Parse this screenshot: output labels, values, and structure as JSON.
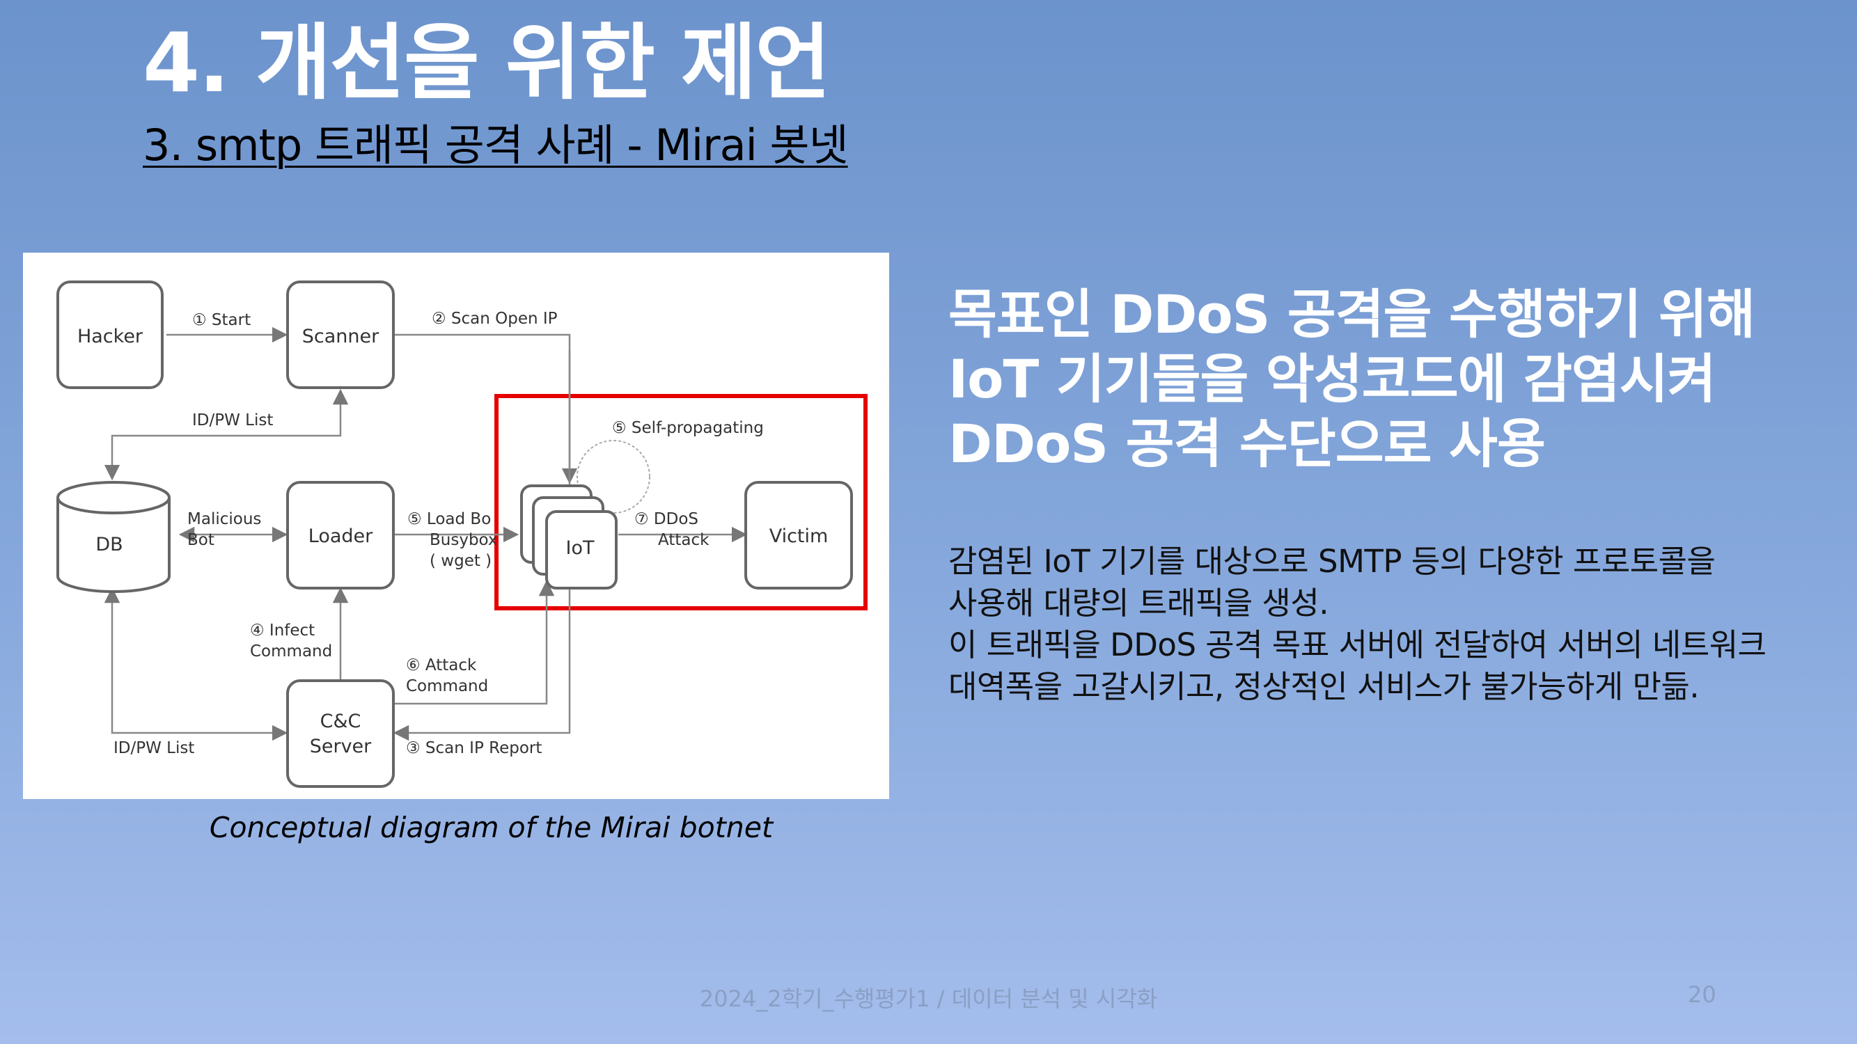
{
  "slide": {
    "title": "4. 개선을 위한 제언",
    "subtitle": "3. smtp 트래픽 공격 사례 - Mirai 봇넷",
    "page_number": "20",
    "footer": "2024_2학기_수행평가1 / 데이터 분석 및 시각화"
  },
  "headline": [
    "목표인 DDoS 공격을 수행하기 위해",
    "IoT 기기들을 악성코드에 감염시켜",
    "DDoS 공격 수단으로 사용"
  ],
  "body": [
    "감염된 IoT 기기를 대상으로 SMTP 등의 다양한 프로토콜을",
    "사용해 대량의 트래픽을 생성.",
    "이 트래픽을 DDoS 공격 목표 서버에 전달하여 서버의 네트워크",
    "대역폭을 고갈시키고, 정상적인 서비스가 불가능하게 만듦."
  ],
  "figure": {
    "caption": "Conceptual diagram of the Mirai botnet",
    "nodes": {
      "hacker": "Hacker",
      "scanner": "Scanner",
      "db": "DB",
      "loader": "Loader",
      "iot": "IoT",
      "victim": "Victim",
      "cnc_line1": "C&C",
      "cnc_line2": "Server"
    },
    "edges": {
      "start": "① Start",
      "scan_open_ip": "② Scan Open IP",
      "idpw_list_top": "ID/PW List",
      "malicious_1": "Malicious",
      "malicious_2": "Bot",
      "load_bot_1": "⑤ Load Bo",
      "load_bot_2": "Busybox",
      "load_bot_3": "( wget )",
      "self_propagating": "⑤ Self-propagating",
      "ddos_1": "⑦ DDoS",
      "ddos_2": "Attack",
      "infect_1": "④ Infect",
      "infect_2": "Command",
      "attack_cmd_1": "⑥ Attack",
      "attack_cmd_2": "Command",
      "idpw_list_bottom": "ID/PW List",
      "scan_ip_report": "③ Scan IP Report"
    },
    "highlight_color": "#e60000"
  }
}
